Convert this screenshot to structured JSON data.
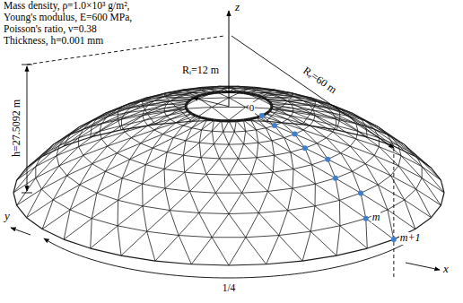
{
  "diagram": {
    "labels": [
      "Mass density, ρ=1.0×10³ g/m²,",
      "Young's modulus, E=600 MPa,",
      "Poisson's ratio, ν=0.38",
      "Thickness, h=0.001 mm",
      "z",
      "Rₑ=60 m",
      "Rᵢ=12 m",
      "h=27.5092 m",
      "0",
      "m",
      "m+1",
      "x",
      "y",
      "1/4"
    ]
  }
}
